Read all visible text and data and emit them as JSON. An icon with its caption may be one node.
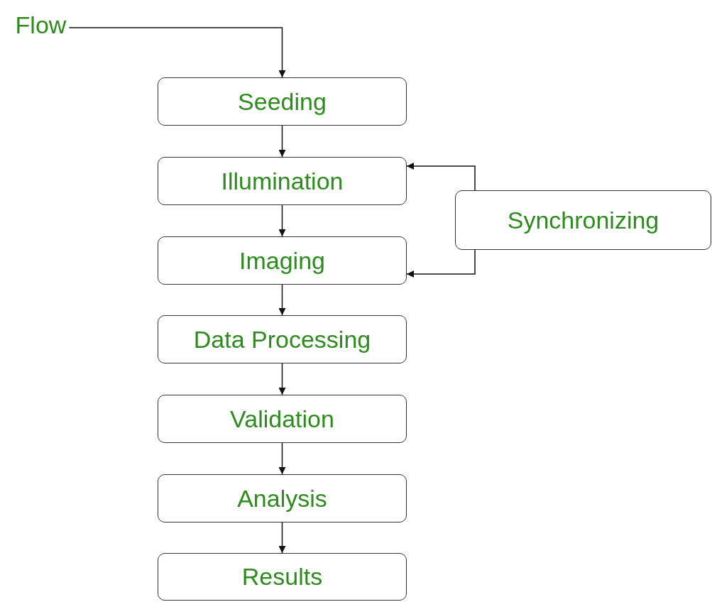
{
  "diagram": {
    "nodes": [
      {
        "text": [
          "Flow"
        ]
      },
      {
        "text": [
          "Seeding"
        ]
      },
      {
        "text": [
          "Illumination"
        ]
      },
      {
        "text": [
          "Imaging"
        ]
      },
      {
        "text": [
          "Data Processing"
        ]
      },
      {
        "text": [
          "Validation"
        ]
      },
      {
        "text": [
          "Analysis"
        ]
      },
      {
        "text": [
          "Results"
        ]
      },
      {
        "text": [
          "Synchronizing"
        ]
      }
    ],
    "edges": [
      {
        "from": 0,
        "to": 1,
        "arrow": "to"
      },
      {
        "from": 1,
        "to": 2,
        "arrow": "to"
      },
      {
        "from": 2,
        "to": 3,
        "arrow": "to"
      },
      {
        "from": 3,
        "to": 4,
        "arrow": "to"
      },
      {
        "from": 4,
        "to": 5,
        "arrow": "to"
      },
      {
        "from": 5,
        "to": 6,
        "arrow": "to"
      },
      {
        "from": 6,
        "to": 7,
        "arrow": "to"
      },
      {
        "from": 8,
        "to": 2,
        "arrow": "to"
      },
      {
        "from": 8,
        "to": 3,
        "arrow": "to"
      }
    ]
  }
}
